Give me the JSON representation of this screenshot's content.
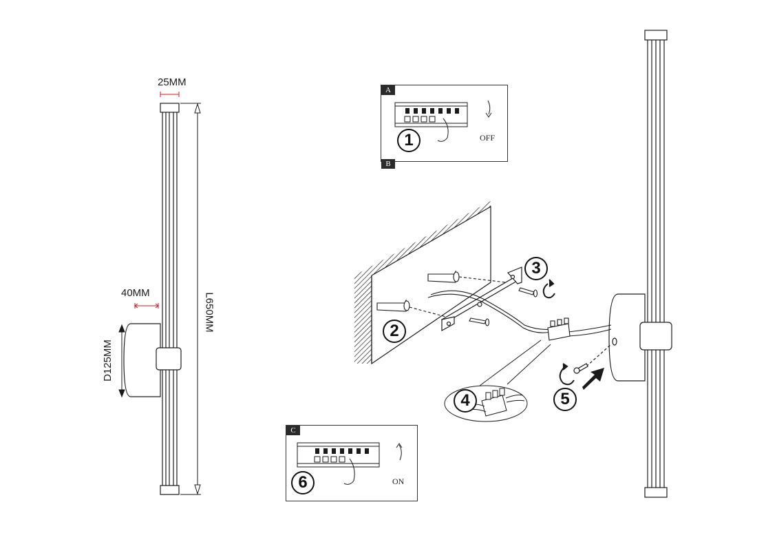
{
  "dimensions": {
    "tube_diameter": "25MM",
    "bracket_depth": "40MM",
    "base_diameter": "D125MM",
    "total_length": "L650MM"
  },
  "panels": [
    {
      "tag": "A",
      "note": "OFF",
      "step": "1"
    },
    {
      "tag": "B",
      "note": "",
      "step": ""
    },
    {
      "tag": "C",
      "note": "ON",
      "step": "6"
    }
  ],
  "steps": [
    "2",
    "3",
    "4",
    "5"
  ],
  "colors": {
    "line": "#1a1a1a",
    "dimension_accent": "#d9141c",
    "label_fill": "#2a2a2a"
  }
}
